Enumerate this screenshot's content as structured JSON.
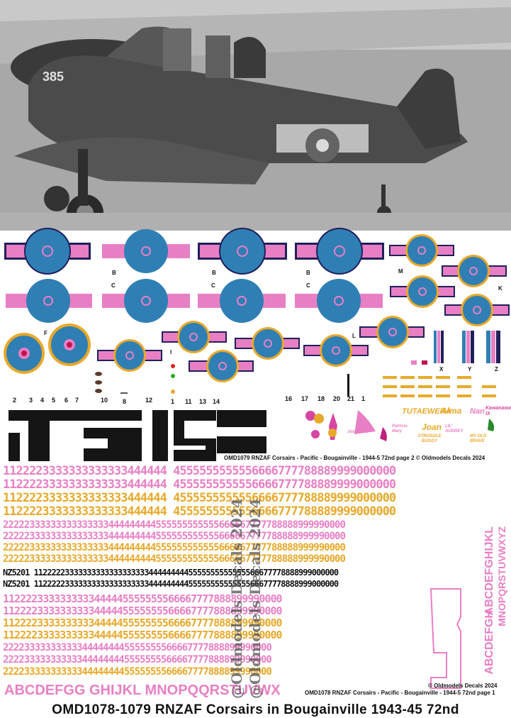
{
  "photo": {
    "aircraft_code": "385"
  },
  "letters": {
    "b1": "B",
    "b2": "B",
    "b3": "B",
    "c1": "C",
    "c2": "C",
    "c3": "C",
    "f": "F",
    "m": "M",
    "k": "K",
    "l": "L",
    "i": "I",
    "x": "X",
    "y": "Y",
    "z": "Z"
  },
  "item_numbers": [
    "2",
    "3",
    "4",
    "5",
    "6",
    "7",
    "10",
    "8",
    "12",
    "1",
    "11",
    "13",
    "14",
    "16",
    "17",
    "18",
    "20",
    "21",
    "1"
  ],
  "nose_art": [
    "TUTAEWERA",
    "Alma",
    "Nan",
    "Kawanawa IX",
    "Joan",
    "LIL' AUDREY",
    "STRUGGLE BUGGY",
    "MY OLD BRAVE",
    "Patricia Mary",
    "Josephine"
  ],
  "captions": {
    "page2": "OMD1079 RNZAF Corsairs - Pacific - Bougainville - 1944-5 72nd page 2 © Oldmodels Decals 2024",
    "page1_left": "OMD1078 RNZAF Corsairs - Pacific - Bougainville - 1944-5 72nd page 1",
    "page1_right": "© Oldmodels Decals 2024"
  },
  "watermark": "@Oldmodels Decals 2024",
  "watermark2": "@Oldmodels Decals 2024",
  "serial_rows": {
    "pink_full": "1122223333333333333444444 4555555555556666777788889999000000",
    "gold_full": "1122223333333333333444444 4555555555556666777788889999000000",
    "pink_small": "22222333333333333333444444444555555555555666667777788888999990000",
    "gold_small": "22222333333333333333444444444555555555555666667777788888999990000",
    "black_row": "NZ5201 112222233333333333333333334444444445555555555555566677778888999000000",
    "pink_narrow": "1122223333333333444445555555566667777888899990000",
    "gold_narrow": "1122223333333333444445555555566667777888899990000",
    "pink_mid": "222233333333333444444445555555566667777888899990000"
  },
  "alphabet_row": "ABCDEFGG GHIJKL MNOPQQRSTUVWX",
  "alphabet_vert_1": "ABCDEFGHIJKL",
  "alphabet_vert_2": "MNOPQRSTUVWXYZ",
  "alphabet_vert_3": "ABCDEFGH",
  "footer_title": "OMD1078-1079 RNZAF Corsairs in Bougainville 1943-45 72nd",
  "colors": {
    "roundel_blue": "#2f7fb5",
    "pink": "#e87fc4",
    "gold": "#e8a92a",
    "navy": "#20205a"
  }
}
